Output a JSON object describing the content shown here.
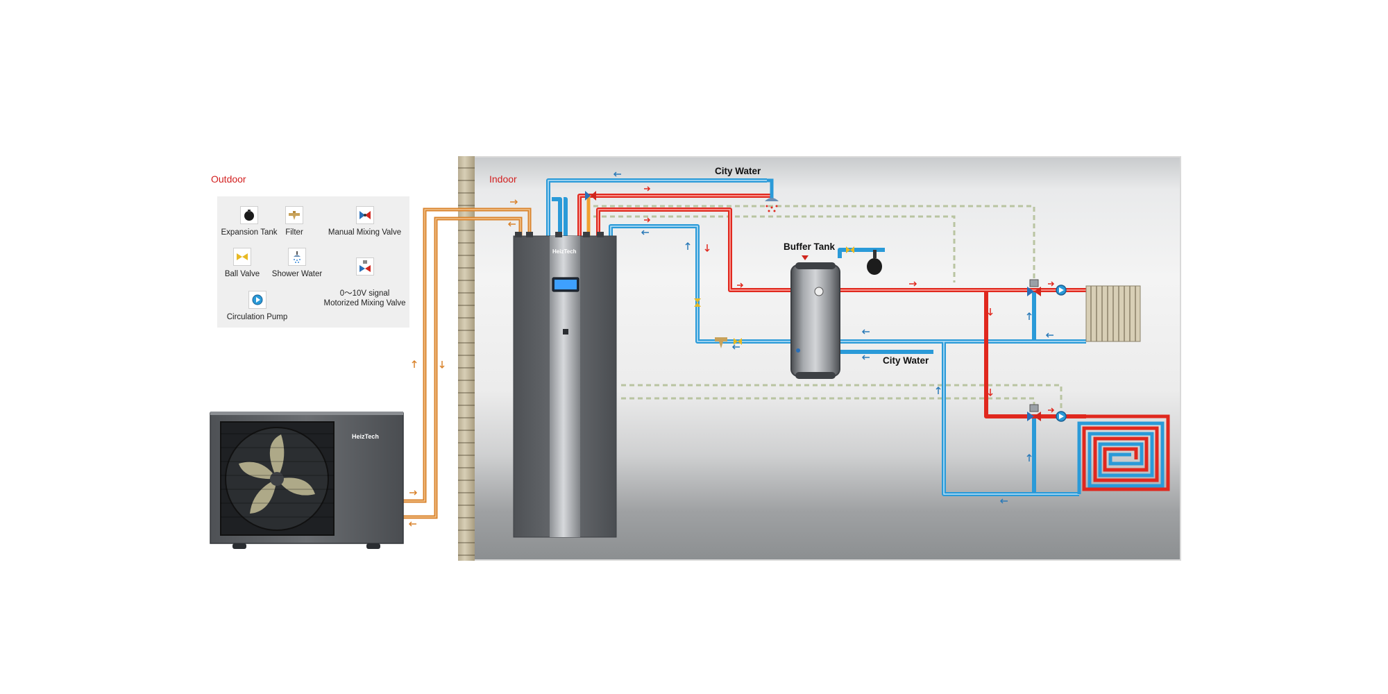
{
  "labels": {
    "outdoor": "Outdoor",
    "indoor": "Indoor",
    "city_water_top": "City Water",
    "city_water_bottom": "City Water",
    "buffer_tank": "Buffer Tank",
    "brand_outdoor": "HeizTech",
    "brand_indoor": "HeizTech"
  },
  "legend": [
    {
      "name": "expansion-tank",
      "label": "Expansion Tank",
      "icon": "expansion-tank-icon"
    },
    {
      "name": "filter",
      "label": "Filter",
      "icon": "filter-icon"
    },
    {
      "name": "manual-mixing-valve",
      "label": "Manual Mixing Valve",
      "icon": "manual-mixing-valve-icon"
    },
    {
      "name": "ball-valve",
      "label": "Ball Valve",
      "icon": "ball-valve-icon"
    },
    {
      "name": "shower-water",
      "label": "Shower Water",
      "icon": "shower-water-icon"
    },
    {
      "name": "motorized-mixing-valve",
      "label": "0～10V signal\nMotorized Mixing Valve",
      "icon": "motorized-mixing-valve-icon"
    },
    {
      "name": "circulation-pump",
      "label": "Circulation Pump",
      "icon": "circulation-pump-icon"
    }
  ],
  "colors": {
    "hot": "#e0281e",
    "cold": "#2a9ad8",
    "refrigerant": "#d9822b",
    "signal": "#b8c4a0",
    "unit": "#5c5f63",
    "label_red": "#d21e1e"
  }
}
